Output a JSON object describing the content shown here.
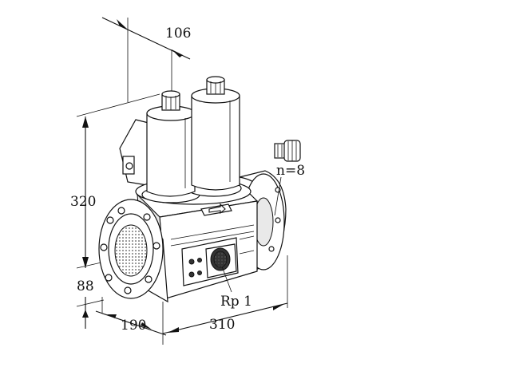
{
  "dimensions": {
    "top_width": "106",
    "height": "320",
    "base_height": "88",
    "depth": "190",
    "length": "310"
  },
  "callouts": {
    "port": "Rp 1",
    "screws": "n=8"
  }
}
